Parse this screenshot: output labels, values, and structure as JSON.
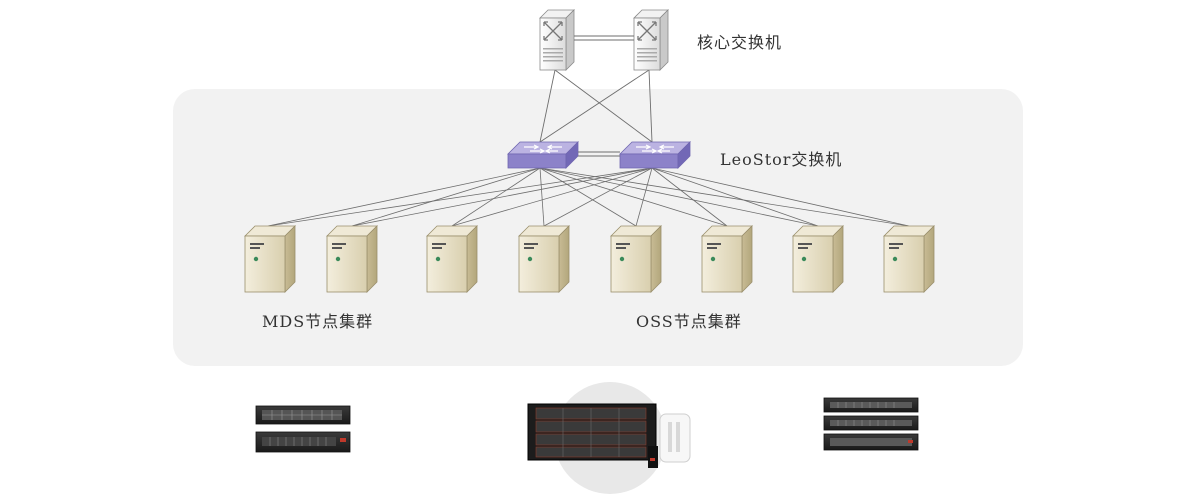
{
  "labels": {
    "core_switch": "核心交换机",
    "leostor_switch": "LeoStor交换机",
    "mds_cluster": "MDS节点集群",
    "oss_cluster": "OSS节点集群"
  },
  "icons": {
    "core_switch": "core-switch-icon",
    "storage_switch": "network-switch-icon",
    "server": "tower-server-icon",
    "rack_server": "rack-server-icon",
    "storage_array": "storage-array-icon"
  },
  "colors": {
    "panel": "#f2f2f2",
    "switch_top": "#b9b2e0",
    "switch_side": "#8a80c8",
    "server_body": "#e4dcc2",
    "line": "#6e6e6e"
  }
}
